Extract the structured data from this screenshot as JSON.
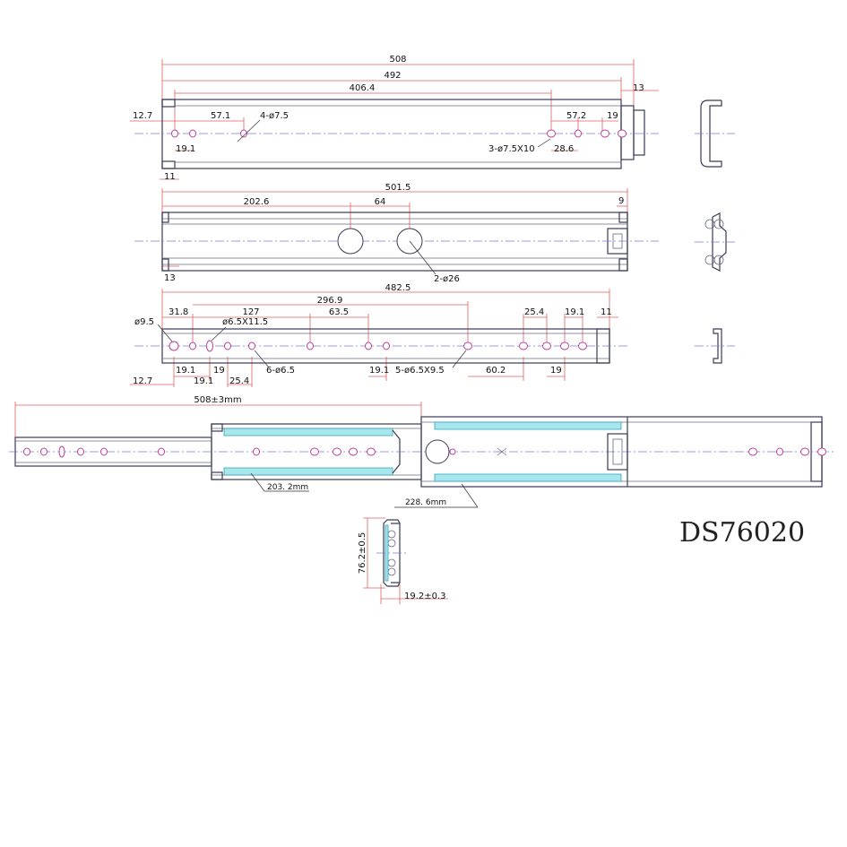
{
  "model_number": "DS76020",
  "view1": {
    "overall_length": "508",
    "length_492": "492",
    "length_406": "406.4",
    "end_13": "13",
    "left_12_7": "12.7",
    "pitch_57_1": "57.1",
    "holes_left": "4-ø7.5",
    "pitch_57_2": "57.2",
    "pitch_19": "19",
    "offset_19_1": "19.1",
    "slots": "3-ø7.5X10",
    "pitch_28_6": "28.6",
    "end_11": "11"
  },
  "view2": {
    "overall_length": "501.5",
    "offset_202_6": "202.6",
    "center_64": "64",
    "end_9": "9",
    "end_13": "13",
    "big_holes": "2-ø26"
  },
  "view3": {
    "overall_length": "482.5",
    "length_296_9": "296.9",
    "pitch_127": "127",
    "pitch_63_5": "63.5",
    "pitch_31_8": "31.8",
    "hole_9_5": "ø9.5",
    "slot_6_5x11_5": "ø6.5X11.5",
    "pitch_25_4_top": "25.4",
    "pitch_19_1_top": "19.1",
    "end_11": "11",
    "offset_19_1_a": "19.1",
    "offset_19_1_b": "19.1",
    "pitch_19_a": "19",
    "pitch_25_4_b": "25.4",
    "holes_6_5": "6-ø6.5",
    "offset_19_1_c": "19.1",
    "slots_6_5x9_5": "5-ø6.5X9.5",
    "pitch_60_2": "60.2",
    "pitch_19_b": "19",
    "left_12_7": "12.7"
  },
  "view4": {
    "extension": "508±3mm",
    "length_203": "203. 2mm",
    "length_228": "228. 6mm"
  },
  "section": {
    "height": "76.2±0.5",
    "width": "19.2±0.3"
  }
}
